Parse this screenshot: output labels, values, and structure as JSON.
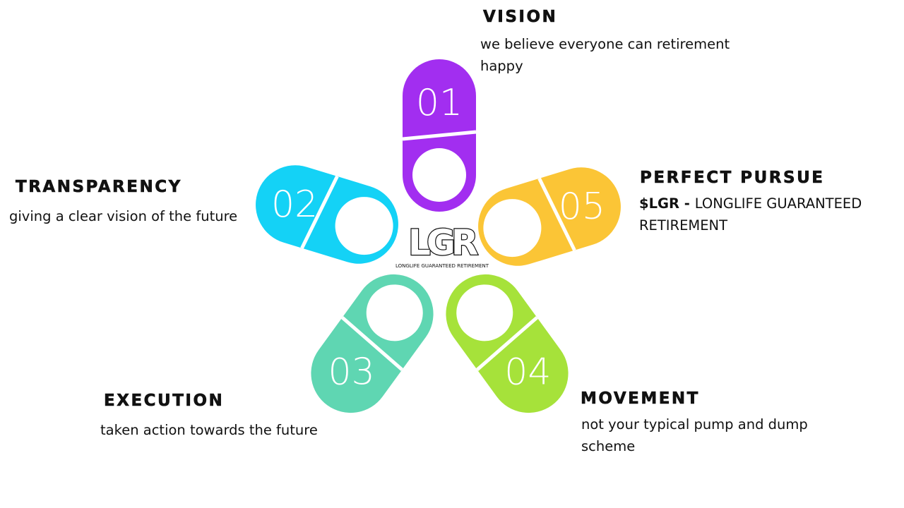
{
  "logo": {
    "mark": "LGR",
    "caption": "LONGLIFE GUARANTEED RETIREMENT"
  },
  "steps": [
    {
      "id": "vision",
      "number": "01",
      "color": "#a22ef0",
      "heading": "VISION",
      "description": "we believe everyone can retirement happy"
    },
    {
      "id": "transparency",
      "number": "02",
      "color": "#14d2f6",
      "heading": "TRANSPARENCY",
      "description": "giving a clear vision of the future"
    },
    {
      "id": "execution",
      "number": "03",
      "color": "#5fd6b2",
      "heading": "EXECUTION",
      "description": "taken action towards the future"
    },
    {
      "id": "movement",
      "number": "04",
      "color": "#a6e23a",
      "heading": "MOVEMENT",
      "description": "not your typical pump and dump scheme"
    },
    {
      "id": "perfect-pursue",
      "number": "05",
      "color": "#fbc536",
      "heading": "PERFECT PURSUE",
      "description_bold": "$LGR - ",
      "description": "LONGLIFE GUARANTEED RETIREMENT"
    }
  ]
}
